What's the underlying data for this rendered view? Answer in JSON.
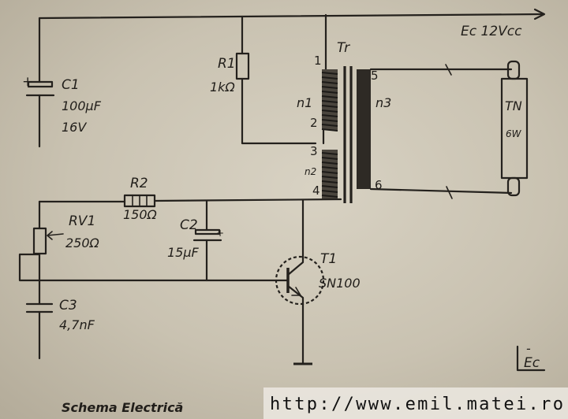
{
  "supply": {
    "label": "Ec 12Vcc",
    "ground_label": "Ec",
    "ground_sign": "-"
  },
  "components": {
    "c1": {
      "name": "C1",
      "value": "100µF",
      "voltage": "16V",
      "polarity": "+"
    },
    "r1": {
      "name": "R1",
      "value": "1kΩ"
    },
    "tr": {
      "name": "Tr",
      "pins": [
        "1",
        "2",
        "3",
        "4",
        "5",
        "6"
      ],
      "windings": [
        "n1",
        "n2",
        "n3"
      ]
    },
    "tube": {
      "name": "TN",
      "power": "6W"
    },
    "r2": {
      "name": "R2",
      "value": "150Ω"
    },
    "rv1": {
      "name": "RV1",
      "value": "250Ω"
    },
    "c2": {
      "name": "C2",
      "value": "15µF",
      "polarity": "+"
    },
    "c3": {
      "name": "C3",
      "value": "4,7nF"
    },
    "t1": {
      "name": "T1",
      "model": "SN100"
    }
  },
  "caption": "Schema Electrică",
  "watermark": "http://www.emil.matei.ro",
  "colors": {
    "paper": "#c9c2b1",
    "ink": "#24211d"
  }
}
